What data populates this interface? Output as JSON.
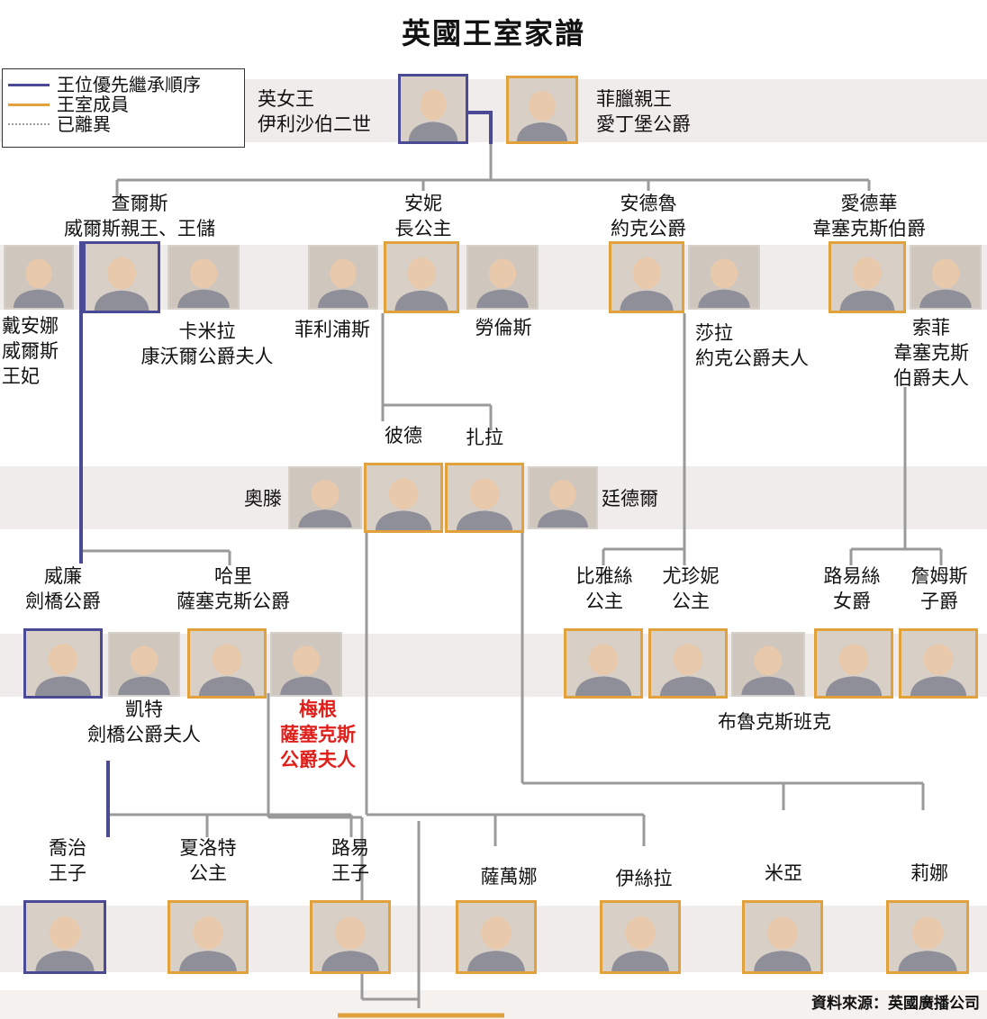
{
  "title": "英國王室家譜",
  "legend": [
    {
      "label": "王位優先繼承順序",
      "color": "#4a4a95",
      "style": "solid"
    },
    {
      "label": "王室成員",
      "color": "#e2a23b",
      "style": "solid"
    },
    {
      "label": "已離異",
      "color": "#9a9a9a",
      "style": "dotted"
    }
  ],
  "people": {
    "queen": {
      "lines": [
        "英女王",
        "伊利沙伯二世"
      ],
      "frame": "succession"
    },
    "philip": {
      "lines": [
        "菲臘親王",
        "愛丁堡公爵"
      ],
      "frame": "royal"
    },
    "charles": {
      "lines": [
        "查爾斯",
        "威爾斯親王、王儲"
      ],
      "frame": "succession"
    },
    "diana": {
      "lines": [
        "戴安娜",
        "威爾斯",
        "王妃"
      ],
      "frame": "none"
    },
    "camilla": {
      "lines": [
        "卡米拉",
        "康沃爾公爵夫人"
      ],
      "frame": "none"
    },
    "anne": {
      "lines": [
        "安妮",
        "長公主"
      ],
      "frame": "royal"
    },
    "mark": {
      "lines": [
        "菲利浦斯"
      ],
      "frame": "none"
    },
    "laurence": {
      "lines": [
        "勞倫斯"
      ],
      "frame": "none"
    },
    "andrew": {
      "lines": [
        "安德魯",
        "約克公爵"
      ],
      "frame": "royal"
    },
    "sarah": {
      "lines": [
        "莎拉",
        "約克公爵夫人"
      ],
      "frame": "none"
    },
    "edward": {
      "lines": [
        "愛德華",
        "韋塞克斯伯爵"
      ],
      "frame": "royal"
    },
    "sophie": {
      "lines": [
        "索菲",
        "韋塞克斯",
        "伯爵夫人"
      ],
      "frame": "none"
    },
    "peter": {
      "lines": [
        "彼德"
      ],
      "frame": "royal"
    },
    "zara": {
      "lines": [
        "扎拉"
      ],
      "frame": "royal"
    },
    "autumn": {
      "lines": [
        "奧滕"
      ],
      "frame": "none"
    },
    "mike": {
      "lines": [
        "廷德爾"
      ],
      "frame": "none"
    },
    "william": {
      "lines": [
        "威廉",
        "劍橋公爵"
      ],
      "frame": "succession"
    },
    "kate": {
      "lines": [
        "凱特",
        "劍橋公爵夫人"
      ],
      "frame": "none"
    },
    "harry": {
      "lines": [
        "哈里",
        "薩塞克斯公爵"
      ],
      "frame": "royal"
    },
    "meghan": {
      "lines": [
        "梅根",
        "薩塞克斯",
        "公爵夫人"
      ],
      "frame": "none"
    },
    "beatrice": {
      "lines": [
        "比雅絲",
        "公主"
      ],
      "frame": "royal"
    },
    "eugenie": {
      "lines": [
        "尤珍妮",
        "公主"
      ],
      "frame": "royal"
    },
    "jack": {
      "lines": [
        "布魯克斯班克"
      ],
      "frame": "none"
    },
    "louise": {
      "lines": [
        "路易絲",
        "女爵"
      ],
      "frame": "royal"
    },
    "james": {
      "lines": [
        "詹姆斯",
        "子爵"
      ],
      "frame": "royal"
    },
    "george": {
      "lines": [
        "喬治",
        "王子"
      ],
      "frame": "succession"
    },
    "charlotte": {
      "lines": [
        "夏洛特",
        "公主"
      ],
      "frame": "royal"
    },
    "louis": {
      "lines": [
        "路易",
        "王子"
      ],
      "frame": "royal"
    },
    "savannah": {
      "lines": [
        "薩萬娜"
      ],
      "frame": "royal"
    },
    "isla": {
      "lines": [
        "伊絲拉"
      ],
      "frame": "royal"
    },
    "mia": {
      "lines": [
        "米亞"
      ],
      "frame": "royal"
    },
    "lena": {
      "lines": [
        "莉娜"
      ],
      "frame": "royal"
    }
  },
  "source": "資料來源：英國廣播公司",
  "colors": {
    "succession": "#4a4a95",
    "royal": "#e2a23b",
    "line": "#9a9a9a",
    "highlight": "#e0201b",
    "band": "#efeceb"
  }
}
